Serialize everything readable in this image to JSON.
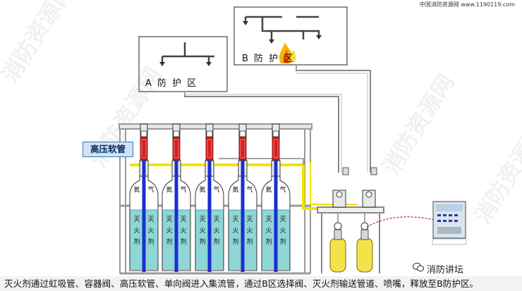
{
  "header": {
    "site": "中国消防资源网 www.1190119.com"
  },
  "zones": {
    "a_label": "A 防 护 区",
    "b_label": "B 防 护 区"
  },
  "labels": {
    "high_pressure_hose": "高压软管"
  },
  "cylinder": {
    "top_left": "氮",
    "top_right": "气",
    "agent_chars": [
      "灭",
      "火",
      "剂"
    ]
  },
  "watermark": "消防资源网",
  "brand": {
    "name": "消防讲坛"
  },
  "caption": "灭火剂通过虹吸管、容器阀、高压软管、单向阀进入集流管，通过B区选择阀、灭火剂输送管道、喷嘴，释放至B防护区。",
  "colors": {
    "pipe_yellow": "#f4e200",
    "siphon_blue": "#1a2fd0",
    "hose_red": "#d42020",
    "water": "#8fd6d6"
  }
}
